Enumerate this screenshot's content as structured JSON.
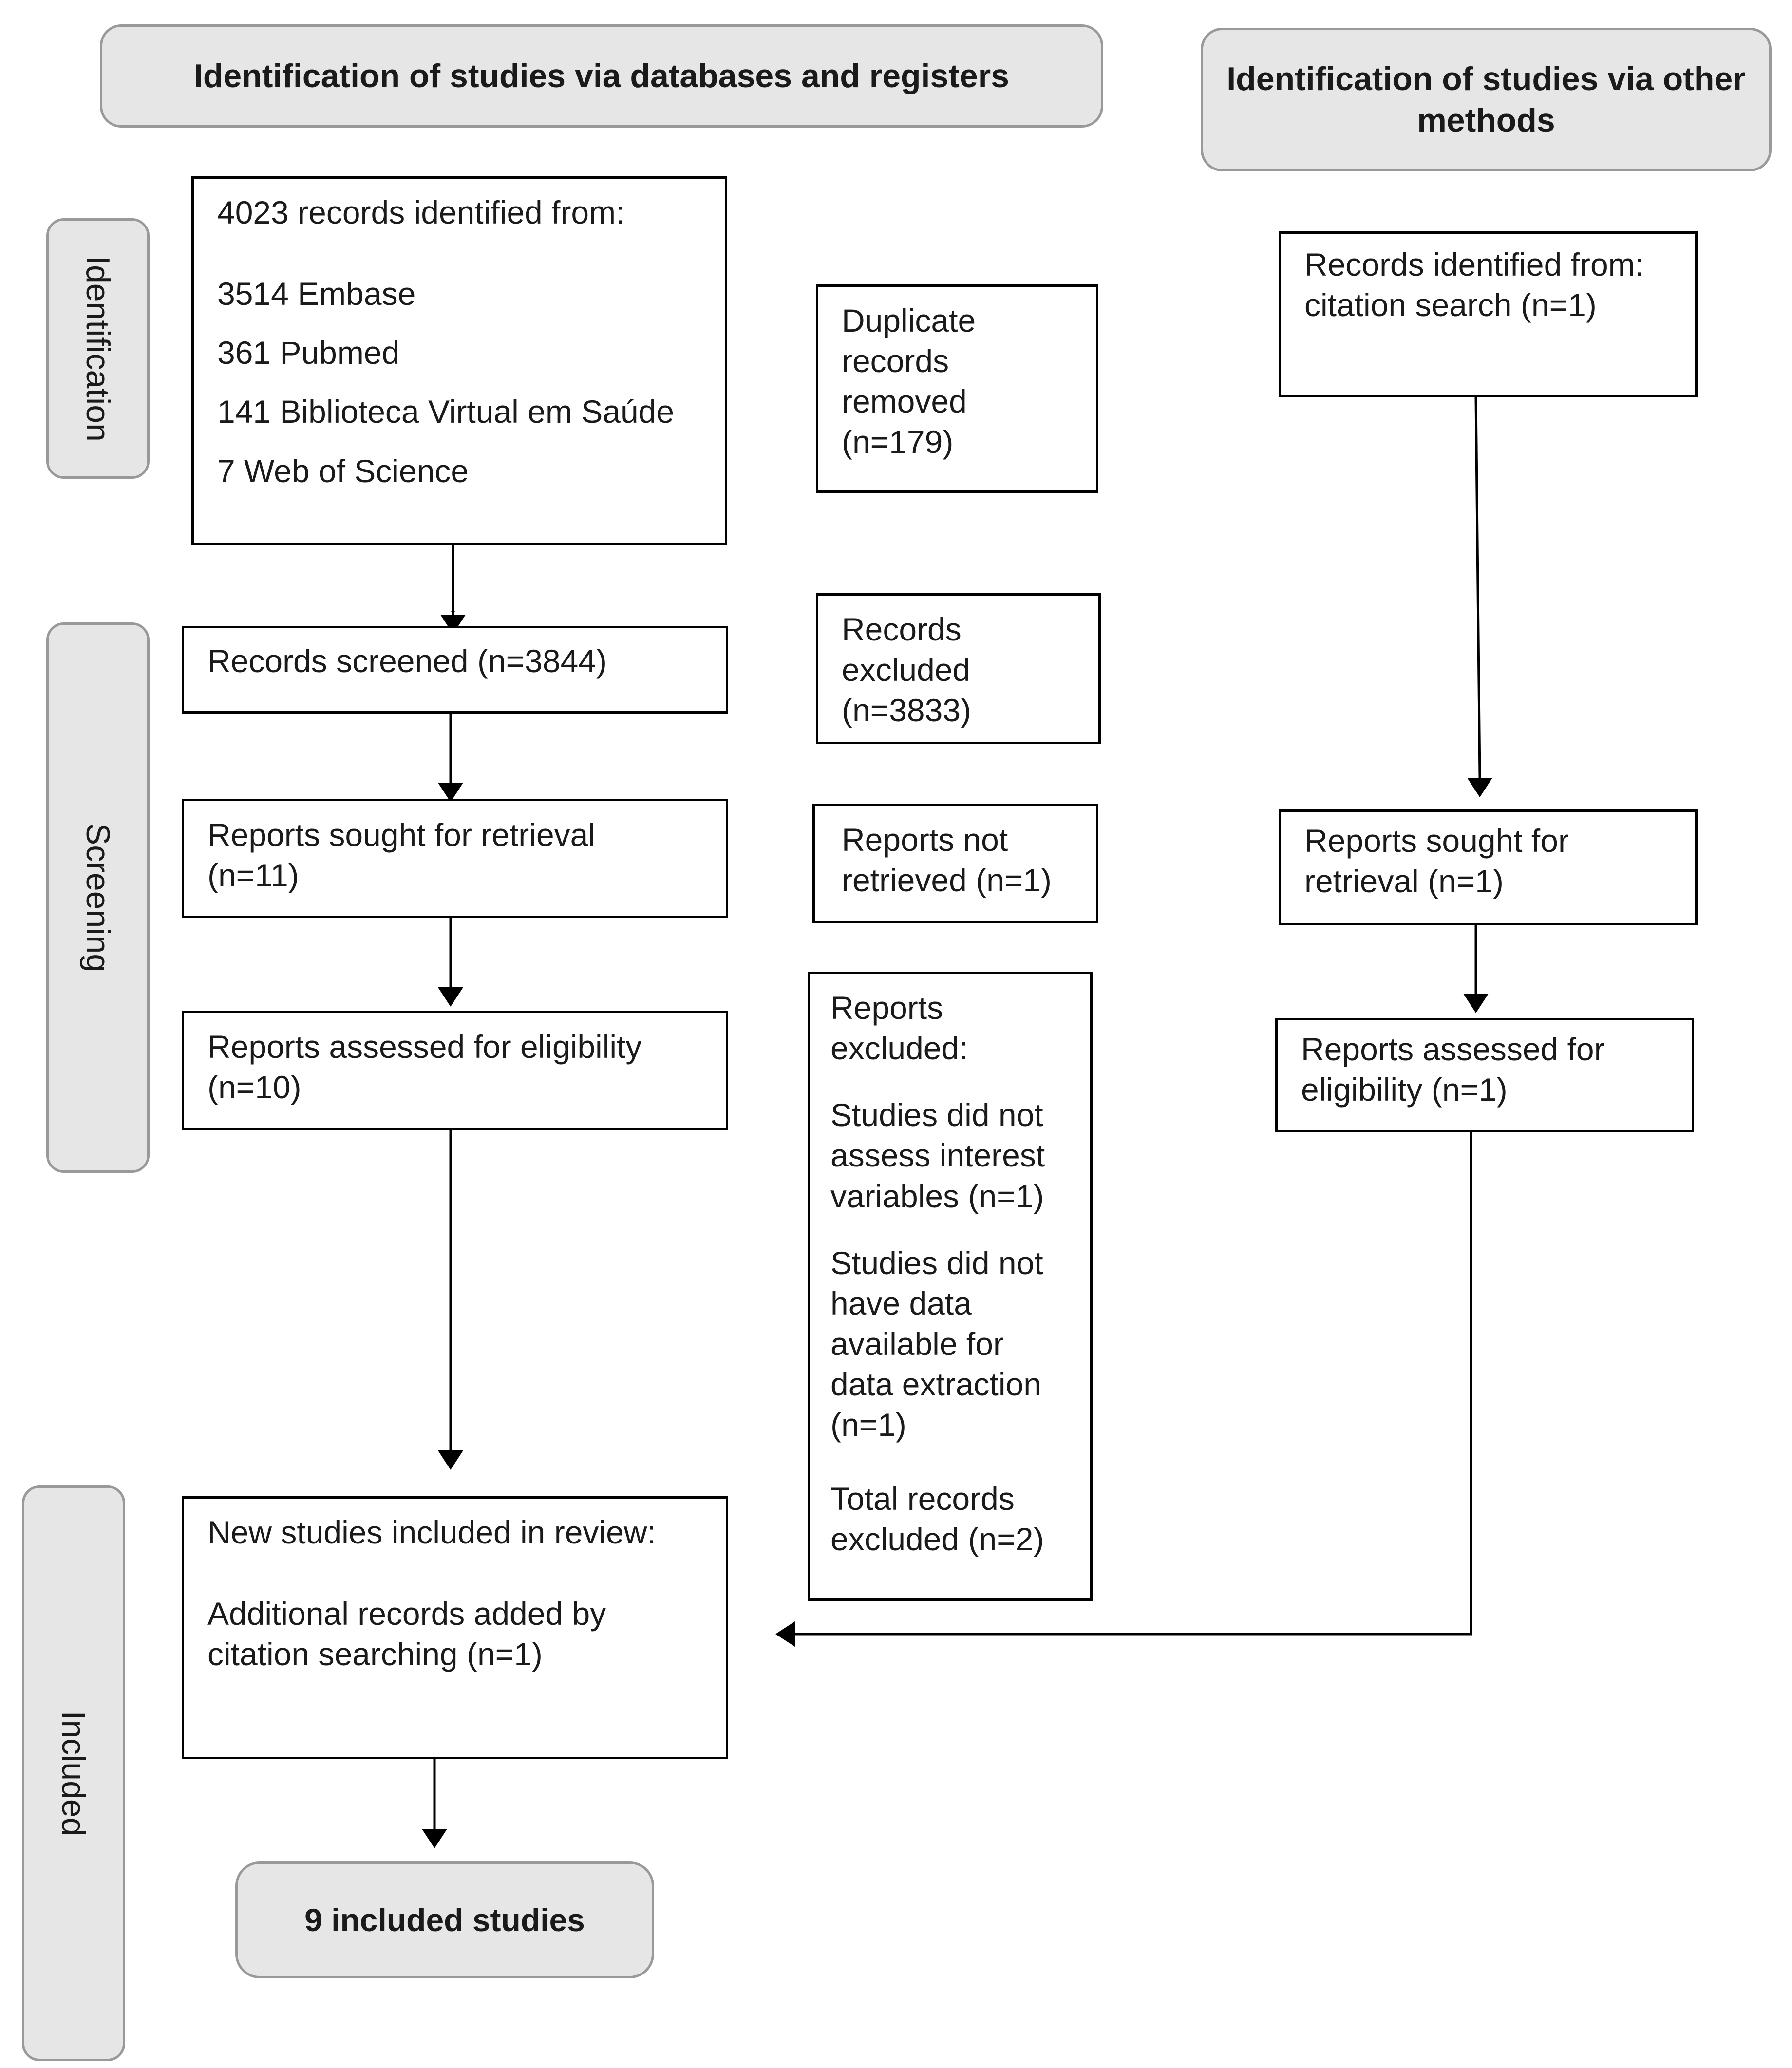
{
  "headers": {
    "left": "Identification of studies via databases and registers",
    "right_line1": "Identification of studies via other",
    "right_line2": "methods"
  },
  "phases": {
    "identification": "Identification",
    "screening": "Screening",
    "included": "Included"
  },
  "boxes": {
    "records_identified": {
      "title": "4023 records identified from:",
      "sources": [
        "3514 Embase",
        "361 Pubmed",
        "141 Biblioteca Virtual em Saúde",
        "7 Web of Science"
      ]
    },
    "duplicates_removed": {
      "text": "Duplicate records removed (n=179)"
    },
    "records_screened": {
      "text": "Records screened (n=3844)"
    },
    "records_excluded": {
      "text": "Records excluded (n=3833)"
    },
    "reports_sought": {
      "text": "Reports sought for retrieval (n=11)"
    },
    "reports_not_retrieved": {
      "text": "Reports not retrieved (n=1)"
    },
    "reports_assessed": {
      "text": "Reports assessed for eligibility (n=10)"
    },
    "reports_excluded": {
      "title": "Reports excluded:",
      "reason1": "Studies did not assess interest variables (n=1)",
      "reason2": "Studies did not have data available for data extraction (n=1)",
      "total": "Total records excluded (n=2)"
    },
    "new_studies": {
      "title": "New studies included in review:",
      "additional": "Additional records added by citation searching (n=1)"
    },
    "final": {
      "text": "9 included studies"
    },
    "other_identified": {
      "text": "Records identified from: citation search (n=1)"
    },
    "other_sought": {
      "text": "Reports sought for retrieval (n=1)"
    },
    "other_assessed": {
      "text": "Reports assessed for eligibility (n=1)"
    }
  },
  "colors": {
    "header_fill": "#e6e6e6",
    "header_border": "#999999",
    "box_border": "#000000"
  }
}
